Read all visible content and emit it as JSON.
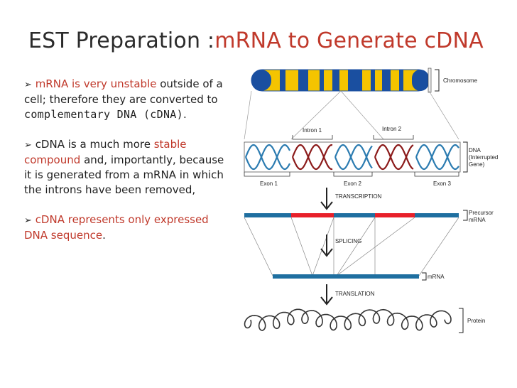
{
  "slide": {
    "title_prefix": "EST Preparation :",
    "title_highlight": "mRNA to Generate cDNA"
  },
  "bullets": [
    {
      "part1": "mRNA is very unstable",
      "part2": "outside of a cell; therefore they are converted to",
      "term": "complementary DNA (cDNA)",
      "end": "."
    },
    {
      "part1": "cDNA is a much more",
      "highlight": "stable compound",
      "part2": "and, importantly, because it is generated from a mRNA in which the introns have been removed,"
    },
    {
      "highlight": "cDNA represents only expressed DNA sequence",
      "end": "."
    }
  ],
  "diagram": {
    "labels": {
      "chromosome": "Chromosome",
      "intron1": "Intron 1",
      "intron2": "Intron 2",
      "dna_line1": "DNA",
      "dna_line2": "(Interrupted",
      "dna_line3": "Gene)",
      "exon1": "Exon 1",
      "exon2": "Exon 2",
      "exon3": "Exon 3",
      "transcription": "TRANSCRIPTION",
      "precursor_line1": "Precursor",
      "precursor_line2": "mRNA",
      "splicing": "SPLICING",
      "mrna": "mRNA",
      "translation": "TRANSLATION",
      "protein": "Protein"
    },
    "colors": {
      "accent": "#c0392b",
      "exon_blue": "#1f6fa0",
      "intron_red": "#e8202a",
      "helix_blue": "#2b7bb0",
      "helix_red": "#8b1a1a",
      "chromosome_blue": "#1a4fa0",
      "chromosome_yellow": "#f5c400"
    }
  }
}
